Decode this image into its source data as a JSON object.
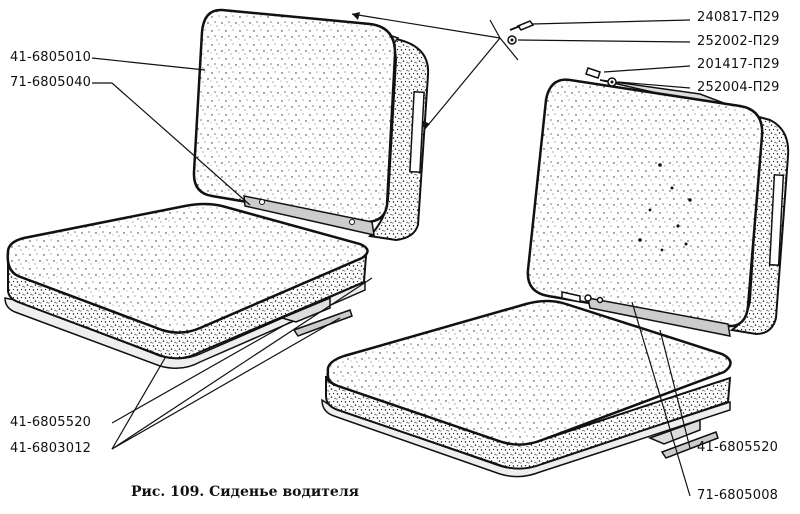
{
  "caption": "Рис. 109. Сиденье водителя",
  "colors": {
    "ink": "#111111",
    "foam": "#ffffff",
    "background": "#ffffff"
  },
  "labels": {
    "bolt_top": "240817-П29",
    "washer_top": "252002-П29",
    "bolt_right": "201417-П29",
    "washer_right": "252004-П29",
    "backrest_left": "41-6805010",
    "hinge_left": "71-6805040",
    "bracket_left": "41-6805520",
    "cushion_left": "41-6803012",
    "bracket_right": "41-6805520",
    "hinge_right": "71-6805008"
  }
}
